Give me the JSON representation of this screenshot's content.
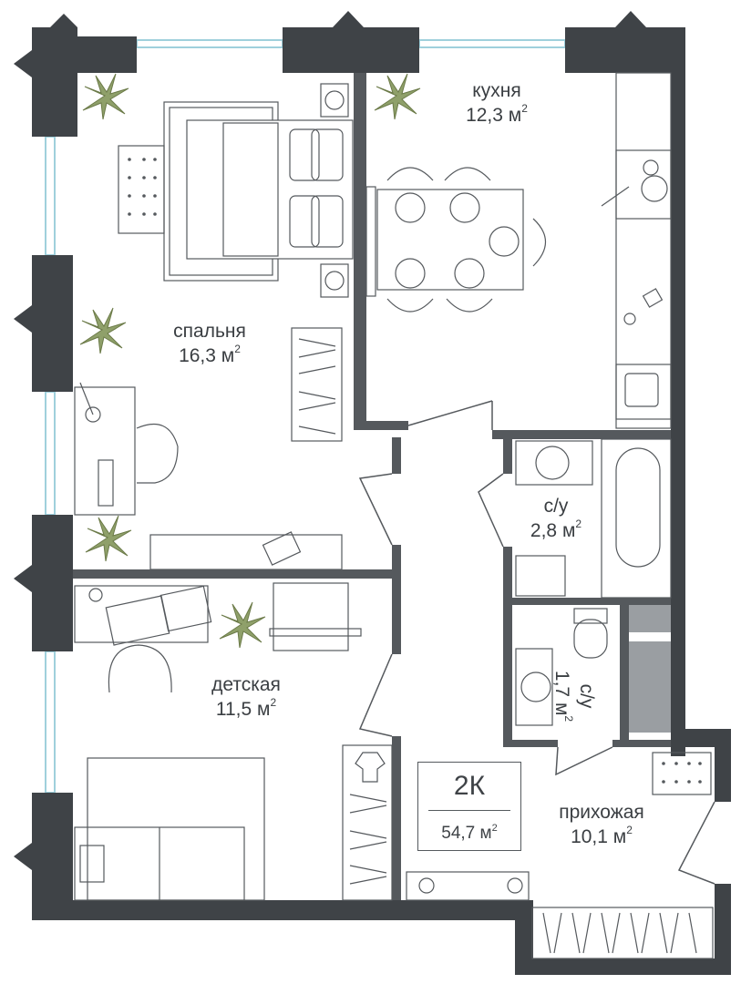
{
  "apartment": {
    "type_label": "2К",
    "total_area": "54,7 м",
    "sup": "2"
  },
  "rooms": {
    "kitchen": {
      "name": "кухня",
      "area": "12,3 м",
      "sup": "2"
    },
    "bedroom": {
      "name": "спальня",
      "area": "16,3 м",
      "sup": "2"
    },
    "nursery": {
      "name": "детская",
      "area": "11,5 м",
      "sup": "2"
    },
    "bathroom1": {
      "name": "с/у",
      "area": "2,8 м",
      "sup": "2"
    },
    "bathroom2": {
      "name": "с/у",
      "area": "1,7 м",
      "sup": "2"
    },
    "hallway": {
      "name": "прихожая",
      "area": "10,1 м",
      "sup": "2"
    }
  },
  "colors": {
    "wall": "#3f4347",
    "line": "#55595d",
    "window": "#b9dde6",
    "plant": "#8fa06a",
    "closet": "#a8acb0"
  }
}
